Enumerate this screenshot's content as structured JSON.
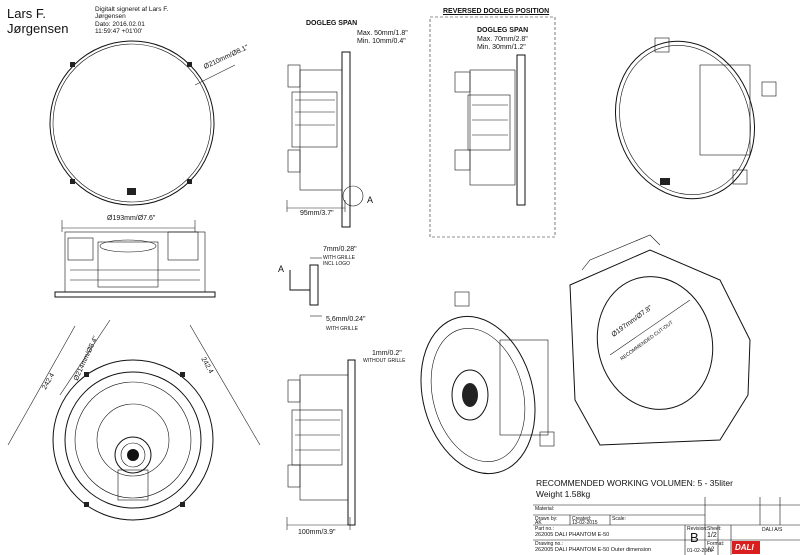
{
  "signature": {
    "name_line1": "Lars F.",
    "name_line2": "Jørgensen",
    "text_line1": "Digitalt signeret af Lars F.",
    "text_line2": "Jørgensen",
    "text_line3": "Dato: 2016.02.01",
    "text_line4": "11:59:47 +01'00'"
  },
  "dims": {
    "top_diameter": "Ø210mm/Ø8.1\"",
    "front_width": "Ø193mm/Ø7.6\"",
    "corner_diameter": "Ø214mm/Ø8.4\"",
    "diag_left": "242.4",
    "diag_right": "242.4",
    "dogleg_title": "DOGLEG SPAN",
    "dogleg_max": "Max. 50mm/1.8\"",
    "dogleg_min": "Min. 10mm/0.4\"",
    "depth_top": "95mm/3.7\"",
    "marker_a": "A",
    "reversed_title": "REVERSED DOGLEG POSITION",
    "rev_dogleg_title": "DOGLEG SPAN",
    "rev_max": "Max. 70mm/2.8\"",
    "rev_min": "Min. 30mm/1.2\"",
    "detail_a": "A",
    "detail_top": "7mm/0.28\"",
    "detail_top_sub1": "WITH GRILLE",
    "detail_top_sub2": "INCL LOGO",
    "detail_bottom": "5,6mm/0.24\"",
    "detail_bottom_sub": "WITH GRILLE",
    "bottom_right_top": "1mm/0.2\"",
    "bottom_right_sub": "WITHOUT GRILLE",
    "depth_bottom": "100mm/3.9\"",
    "cutout_dia": "Ø197mm/Ø7.8\"",
    "cutout_label": "RECOMMENDED CUT-OUT"
  },
  "notes": {
    "volume": "RECOMMENDED WORKING VOLUMEN: 5 - 35liter",
    "weight": "Weight 1.58kg"
  },
  "title_block": {
    "material_label": "Material:",
    "drawn_label": "Drawn by:",
    "drawn_value": "AK",
    "created_label": "Created:",
    "created_value": "13-02-2015",
    "scale_label": "Scale:",
    "part_label": "Part no.:",
    "part_value": "262005 DALI PHANTOM E-50",
    "drawing_label": "Drawing no.:",
    "drawing_value": "262005 DALI PHANTOM E-50 Outer dimension",
    "revision_label": "Revision:",
    "revision_value": "B",
    "revision_date": "01-02-2016",
    "sheet_label": "Sheet:",
    "sheet_value": "1/2",
    "format_label": "Format:",
    "format_value": "A2",
    "company": "DALI A/S",
    "logo": "DALI"
  }
}
